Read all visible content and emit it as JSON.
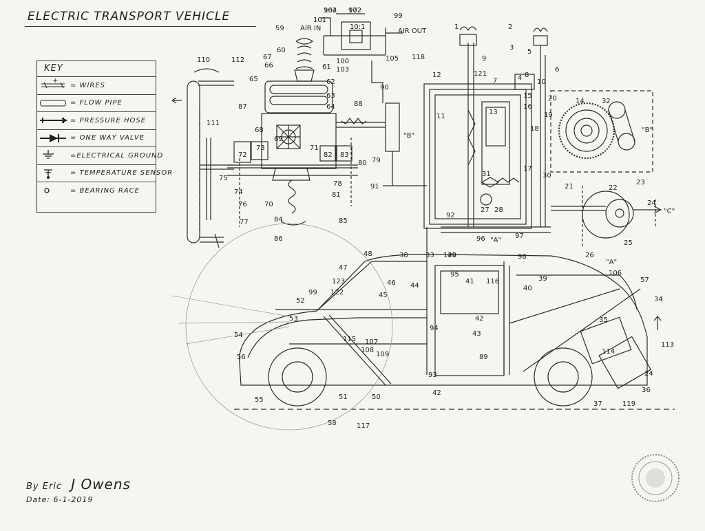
{
  "title": "ELECTRIC TRANSPORT VEHICLE",
  "key": {
    "heading": "KEY",
    "items": [
      {
        "icon": "wires-symbol",
        "label": "= WIRES"
      },
      {
        "icon": "flow-pipe-symbol",
        "label": "= FLOW PIPE"
      },
      {
        "icon": "pressure-hose-symbol",
        "label": "= PRESSURE HOSE"
      },
      {
        "icon": "one-way-valve-symbol",
        "label": "= ONE WAY VALVE"
      },
      {
        "icon": "electrical-ground-symbol",
        "label": "=ELECTRICAL GROUND"
      },
      {
        "icon": "temperature-sensor-symbol",
        "label": "= TEMPERATURE SENSOR"
      },
      {
        "icon": "bearing-race-symbol",
        "label": "= BEARING RACE"
      }
    ]
  },
  "annotations": {
    "air_in": "AIR IN",
    "air_out": "AIR OUT",
    "ratio": "10:1",
    "section_a": "\"A\"",
    "section_b": "\"B\"",
    "section_c": "\"C\""
  },
  "reference_numbers": {
    "top": [
      "104",
      "102",
      "99",
      "101",
      "100",
      "103",
      "105",
      "59",
      "60",
      "67",
      "66",
      "61",
      "62",
      "63",
      "64",
      "65",
      "110",
      "112",
      "111",
      "87",
      "68",
      "69",
      "72",
      "73",
      "71",
      "82",
      "83",
      "80",
      "79",
      "75",
      "74",
      "76",
      "77",
      "70",
      "84",
      "78",
      "81",
      "85",
      "86",
      "88",
      "90",
      "91",
      "118",
      "12",
      "121",
      "9",
      "1",
      "2",
      "3",
      "4",
      "5",
      "6",
      "7",
      "8",
      "11",
      "13",
      "15",
      "10",
      "14",
      "16",
      "17",
      "18",
      "19",
      "20",
      "21",
      "22",
      "23",
      "24",
      "25",
      "26",
      "27",
      "28",
      "30",
      "31",
      "32",
      "33",
      "92",
      "96",
      "97",
      "98",
      "120",
      "38",
      "49",
      "962",
      "972"
    ],
    "vehicle": [
      "47",
      "48",
      "46",
      "123",
      "122",
      "45",
      "44",
      "95",
      "41",
      "116",
      "39",
      "40",
      "106",
      "57",
      "34",
      "35",
      "113",
      "114",
      "24",
      "36",
      "119",
      "37",
      "52",
      "53",
      "99",
      "94",
      "54",
      "56",
      "55",
      "51",
      "50",
      "58",
      "117",
      "107",
      "108",
      "109",
      "115",
      "89",
      "93",
      "43",
      "42",
      "42"
    ]
  },
  "signature": {
    "by": "By Eric",
    "name": "J Owens",
    "date": "Date: 6-1-2019"
  },
  "colors": {
    "ink": "#222222",
    "paper": "#f6f5f1"
  }
}
